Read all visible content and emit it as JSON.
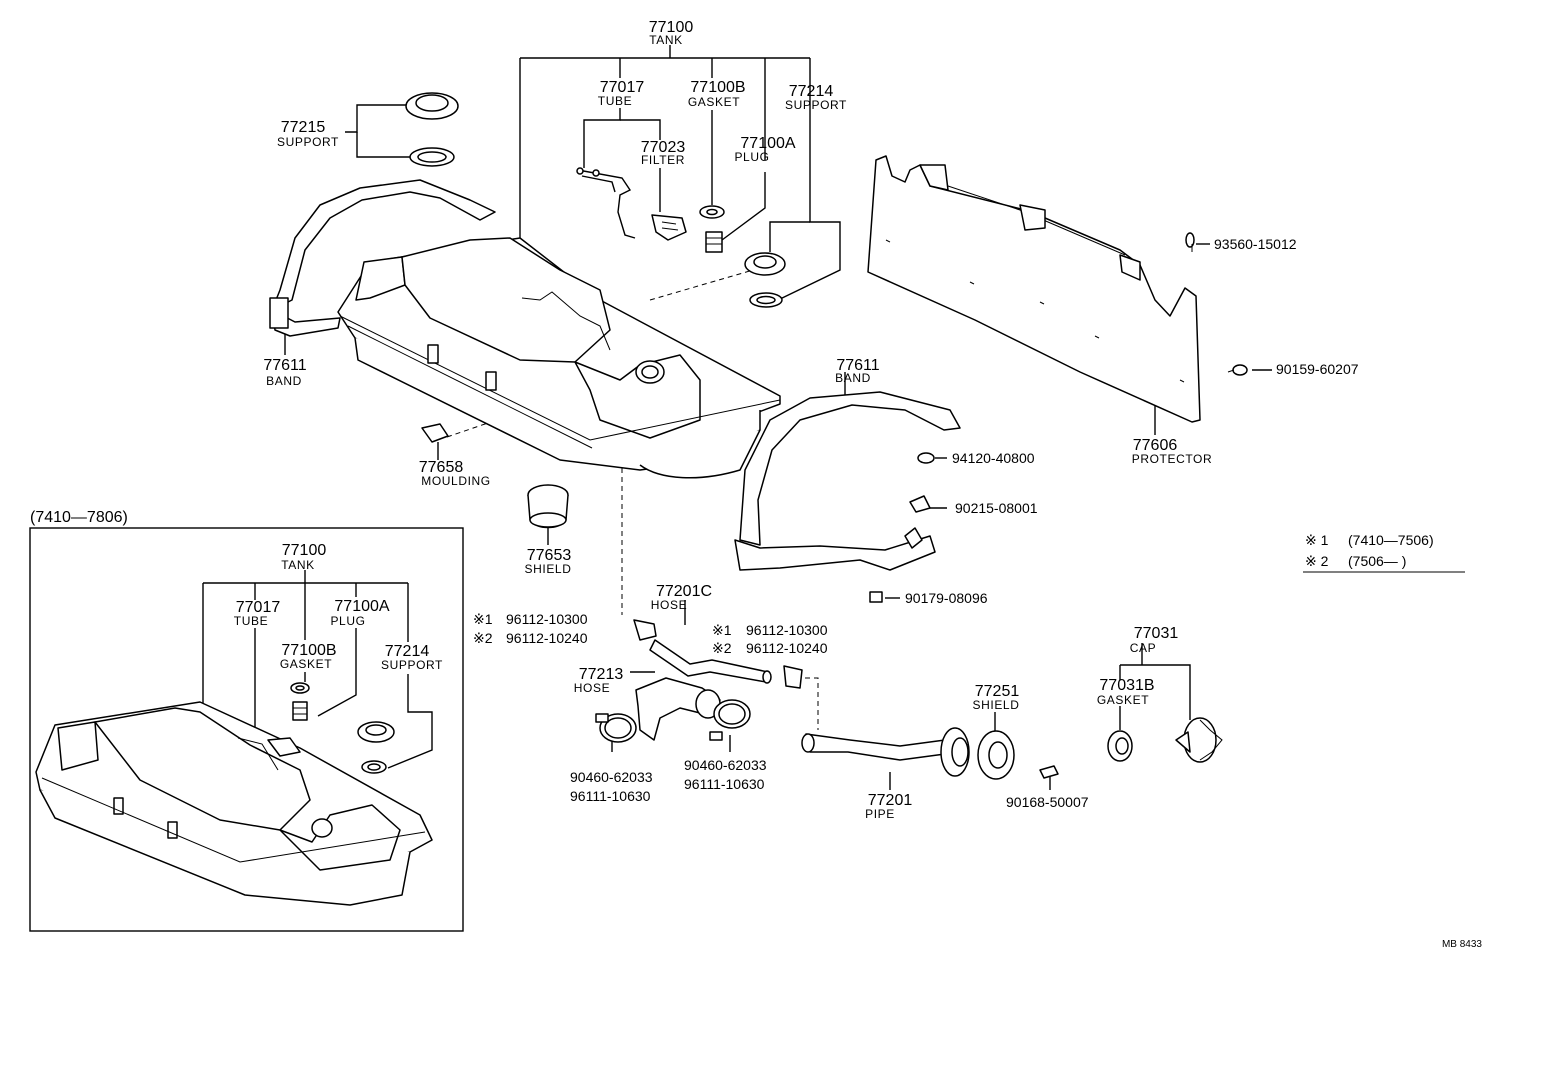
{
  "labels": {
    "tank_top": {
      "num": "77100",
      "name": "TANK"
    },
    "tube_top": {
      "num": "77017",
      "name": "TUBE"
    },
    "gasket_top": {
      "num": "77100B",
      "name": "GASKET"
    },
    "support_top": {
      "num": "77214",
      "name": "SUPPORT"
    },
    "filter": {
      "num": "77023",
      "name": "FILTER"
    },
    "plug_top": {
      "num": "77100A",
      "name": "PLUG"
    },
    "support_left": {
      "num": "77215",
      "name": "SUPPORT"
    },
    "band_left": {
      "num": "77611",
      "name": "BAND"
    },
    "moulding": {
      "num": "77658",
      "name": "MOULDING"
    },
    "shield_center": {
      "num": "77653",
      "name": "SHIELD"
    },
    "band_right": {
      "num": "77611",
      "name": "BAND"
    },
    "protector": {
      "num": "77606",
      "name": "PROTECTOR"
    },
    "hose_201c": {
      "num": "77201C",
      "name": "HOSE"
    },
    "hose_213": {
      "num": "77213",
      "name": "HOSE"
    },
    "cap": {
      "num": "77031",
      "name": "CAP"
    },
    "gasket_cap": {
      "num": "77031B",
      "name": "GASKET"
    },
    "shield_251": {
      "num": "77251",
      "name": "SHIELD"
    },
    "pipe": {
      "num": "77201",
      "name": "PIPE"
    },
    "inset_tank": {
      "num": "77100",
      "name": "TANK"
    },
    "inset_tube": {
      "num": "77017",
      "name": "TUBE"
    },
    "inset_plug": {
      "num": "77100A",
      "name": "PLUG"
    },
    "inset_gasket": {
      "num": "77100B",
      "name": "GASKET"
    },
    "inset_support": {
      "num": "77214",
      "name": "SUPPORT"
    }
  },
  "part_numbers": {
    "bolt_93560": "93560-15012",
    "bolt_90159": "90159-60207",
    "nut_94120": "94120-40800",
    "clip_90215": "90215-08001",
    "nut_90179": "90179-08096",
    "screw_90168": "90168-50007",
    "clamp_left_a": "90460-62033",
    "clamp_left_b": "96111-10630",
    "clamp_right_a": "90460-62033",
    "clamp_right_b": "96111-10630",
    "clip_left_1": "96112-10300",
    "clip_left_2": "96112-10240",
    "clip_right_1": "96112-10300",
    "clip_right_2": "96112-10240"
  },
  "markers": {
    "m1": "※1",
    "m2": "※2"
  },
  "notes": {
    "note1_mark": "※ 1",
    "note1_range": "(7410—7506)",
    "note2_mark": "※ 2",
    "note2_range": "(7506—        )"
  },
  "inset_range": "(7410—7806)",
  "footer_code": "MB 8433"
}
